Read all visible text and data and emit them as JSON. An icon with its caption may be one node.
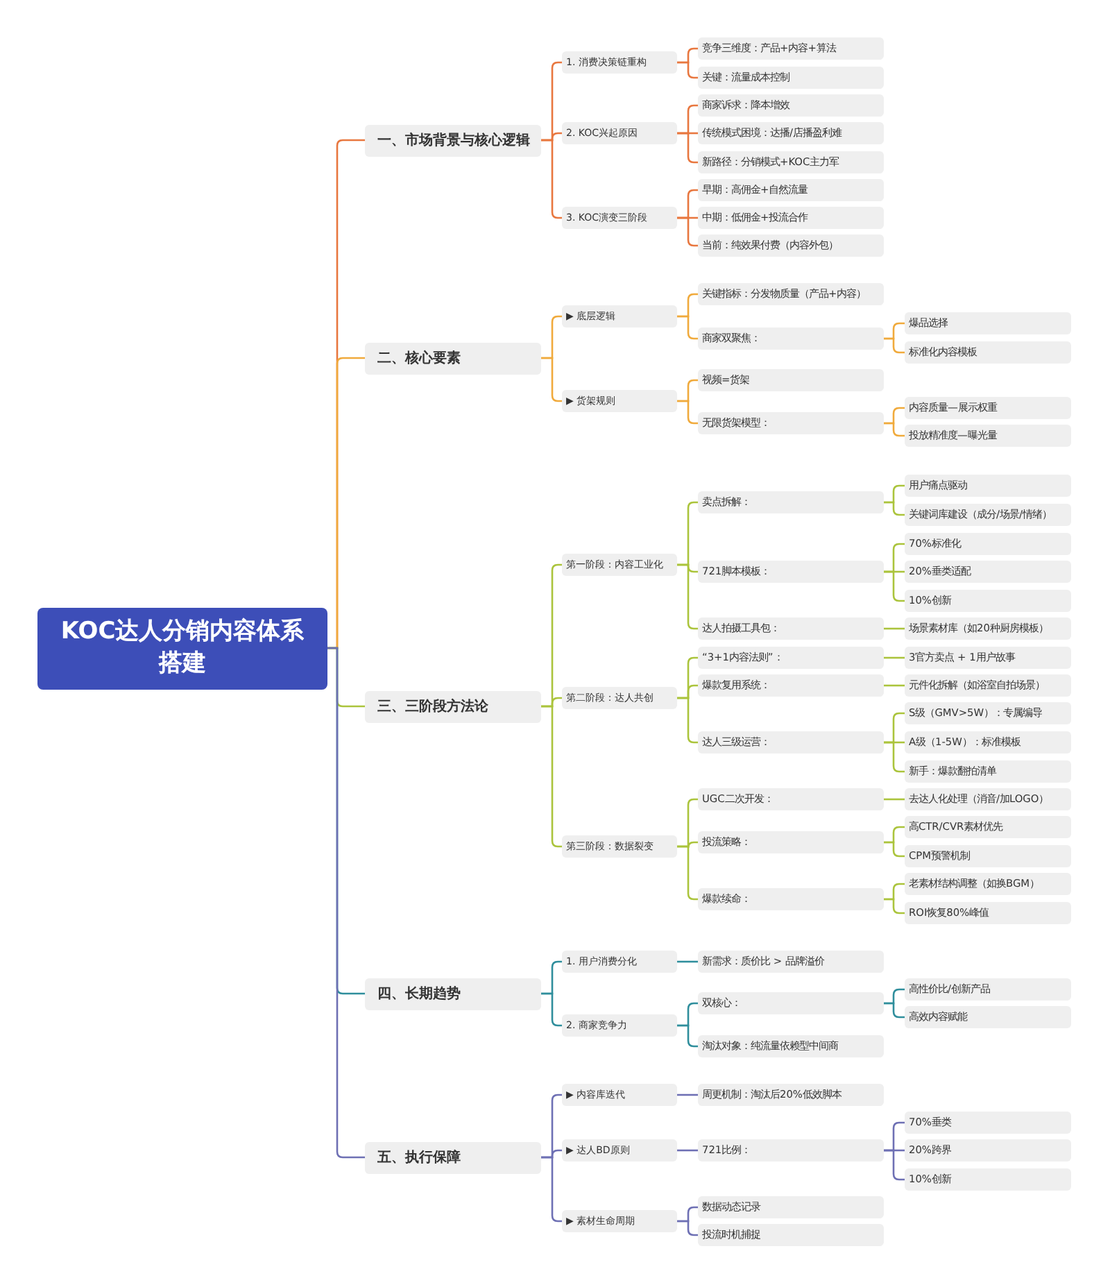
{
  "diagram": {
    "nodes": [
      {
        "text": [
          "KOC达人分销内容体系搭建"
        ]
      },
      {
        "text": [
          "一、市场背景与核心逻辑"
        ]
      },
      {
        "text": [
          "1. 消费决策链重构"
        ]
      },
      {
        "text": [
          "竞争三维度：产品+内容+算法"
        ]
      },
      {
        "text": [
          "关键：流量成本控制"
        ]
      },
      {
        "text": [
          "2. KOC兴起原因"
        ]
      },
      {
        "text": [
          "商家诉求：降本增效"
        ]
      },
      {
        "text": [
          "传统模式困境：达播/店播盈利难"
        ]
      },
      {
        "text": [
          "新路径：分销模式+KOC主力军"
        ]
      },
      {
        "text": [
          "3. KOC演变三阶段"
        ]
      },
      {
        "text": [
          "早期：高佣金+自然流量"
        ]
      },
      {
        "text": [
          "中期：低佣金+投流合作"
        ]
      },
      {
        "text": [
          "当前：纯效果付费（内容外包）"
        ]
      },
      {
        "text": [
          "二、核心要素"
        ]
      },
      {
        "text": [
          "▶ 底层逻辑"
        ]
      },
      {
        "text": [
          "关键指标：分发物质量（产品+内容）"
        ]
      },
      {
        "text": [
          "商家双聚焦："
        ]
      },
      {
        "text": [
          "爆品选择"
        ]
      },
      {
        "text": [
          "标准化内容模板"
        ]
      },
      {
        "text": [
          "▶ 货架规则"
        ]
      },
      {
        "text": [
          "视频=货架"
        ]
      },
      {
        "text": [
          "无限货架模型："
        ]
      },
      {
        "text": [
          "内容质量—展示权重"
        ]
      },
      {
        "text": [
          "投放精准度—曝光量"
        ]
      },
      {
        "text": [
          "三、三阶段方法论"
        ]
      },
      {
        "text": [
          "第一阶段：内容工业化"
        ]
      },
      {
        "text": [
          "卖点拆解："
        ]
      },
      {
        "text": [
          "用户痛点驱动"
        ]
      },
      {
        "text": [
          "关键词库建设（成分/场景/情绪）"
        ]
      },
      {
        "text": [
          "721脚本模板："
        ]
      },
      {
        "text": [
          "70%标准化"
        ]
      },
      {
        "text": [
          "20%垂类适配"
        ]
      },
      {
        "text": [
          "10%创新"
        ]
      },
      {
        "text": [
          "达人拍摄工具包："
        ]
      },
      {
        "text": [
          "场景素材库（如20种厨房模板）"
        ]
      },
      {
        "text": [
          "第二阶段：达人共创"
        ]
      },
      {
        "text": [
          "“3+1内容法则”："
        ]
      },
      {
        "text": [
          "3官方卖点 + 1用户故事"
        ]
      },
      {
        "text": [
          "爆款复用系统："
        ]
      },
      {
        "text": [
          "元件化拆解（如浴室自拍场景）"
        ]
      },
      {
        "text": [
          "达人三级运营："
        ]
      },
      {
        "text": [
          "S级（GMV>5W）：专属编导"
        ]
      },
      {
        "text": [
          "A级（1-5W）：标准模板"
        ]
      },
      {
        "text": [
          "新手：爆款翻拍清单"
        ]
      },
      {
        "text": [
          "第三阶段：数据裂变"
        ]
      },
      {
        "text": [
          "UGC二次开发："
        ]
      },
      {
        "text": [
          "去达人化处理（消音/加LOGO）"
        ]
      },
      {
        "text": [
          "投流策略："
        ]
      },
      {
        "text": [
          "高CTR/CVR素材优先"
        ]
      },
      {
        "text": [
          "CPM预警机制"
        ]
      },
      {
        "text": [
          "爆款续命："
        ]
      },
      {
        "text": [
          "老素材结构调整（如换BGM）"
        ]
      },
      {
        "text": [
          "ROI恢复80%峰值"
        ]
      },
      {
        "text": [
          "四、长期趋势"
        ]
      },
      {
        "text": [
          "1. 用户消费分化"
        ]
      },
      {
        "text": [
          "新需求：质价比 > 品牌溢价"
        ]
      },
      {
        "text": [
          "2. 商家竞争力"
        ]
      },
      {
        "text": [
          "双核心："
        ]
      },
      {
        "text": [
          "高性价比/创新产品"
        ]
      },
      {
        "text": [
          "高效内容赋能"
        ]
      },
      {
        "text": [
          "淘汰对象：纯流量依赖型中间商"
        ]
      },
      {
        "text": [
          "五、执行保障"
        ]
      },
      {
        "text": [
          "▶ 内容库迭代"
        ]
      },
      {
        "text": [
          "周更机制：淘汰后20%低效脚本"
        ]
      },
      {
        "text": [
          "▶ 达人BD原则"
        ]
      },
      {
        "text": [
          "721比例："
        ]
      },
      {
        "text": [
          "70%垂类"
        ]
      },
      {
        "text": [
          "20%跨界"
        ]
      },
      {
        "text": [
          "10%创新"
        ]
      },
      {
        "text": [
          "▶ 素材生命周期"
        ]
      },
      {
        "text": [
          "数据动态记录"
        ]
      },
      {
        "text": [
          "投流时机捕捉"
        ]
      }
    ],
    "edges": [
      {
        "from": 0,
        "to": 1,
        "arrow": "none",
        "color": "#e8773f"
      },
      {
        "from": 1,
        "to": 2,
        "arrow": "none",
        "color": "#e8773f"
      },
      {
        "from": 2,
        "to": 3,
        "arrow": "none",
        "color": "#e8773f"
      },
      {
        "from": 2,
        "to": 4,
        "arrow": "none",
        "color": "#e8773f"
      },
      {
        "from": 1,
        "to": 5,
        "arrow": "none",
        "color": "#e8773f"
      },
      {
        "from": 5,
        "to": 6,
        "arrow": "none",
        "color": "#e8773f"
      },
      {
        "from": 5,
        "to": 7,
        "arrow": "none",
        "color": "#e8773f"
      },
      {
        "from": 5,
        "to": 8,
        "arrow": "none",
        "color": "#e8773f"
      },
      {
        "from": 1,
        "to": 9,
        "arrow": "none",
        "color": "#e8773f"
      },
      {
        "from": 9,
        "to": 10,
        "arrow": "none",
        "color": "#e8773f"
      },
      {
        "from": 9,
        "to": 11,
        "arrow": "none",
        "color": "#e8773f"
      },
      {
        "from": 9,
        "to": 12,
        "arrow": "none",
        "color": "#e8773f"
      },
      {
        "from": 0,
        "to": 13,
        "arrow": "none",
        "color": "#f0aa3c"
      },
      {
        "from": 13,
        "to": 14,
        "arrow": "none",
        "color": "#f0aa3c"
      },
      {
        "from": 14,
        "to": 15,
        "arrow": "none",
        "color": "#f0aa3c"
      },
      {
        "from": 14,
        "to": 16,
        "arrow": "none",
        "color": "#f0aa3c"
      },
      {
        "from": 16,
        "to": 17,
        "arrow": "none",
        "color": "#f0aa3c"
      },
      {
        "from": 16,
        "to": 18,
        "arrow": "none",
        "color": "#f0aa3c"
      },
      {
        "from": 13,
        "to": 19,
        "arrow": "none",
        "color": "#f0aa3c"
      },
      {
        "from": 19,
        "to": 20,
        "arrow": "none",
        "color": "#f0aa3c"
      },
      {
        "from": 19,
        "to": 21,
        "arrow": "none",
        "color": "#f0aa3c"
      },
      {
        "from": 21,
        "to": 22,
        "arrow": "none",
        "color": "#f0aa3c"
      },
      {
        "from": 21,
        "to": 23,
        "arrow": "none",
        "color": "#f0aa3c"
      },
      {
        "from": 0,
        "to": 24,
        "arrow": "none"
      },
      {
        "from": 24,
        "to": 25,
        "arrow": "none"
      },
      {
        "from": 25,
        "to": 26,
        "arrow": "none"
      },
      {
        "from": 26,
        "to": 27,
        "arrow": "none"
      },
      {
        "from": 26,
        "to": 28,
        "arrow": "none"
      },
      {
        "from": 25,
        "to": 29,
        "arrow": "none"
      },
      {
        "from": 29,
        "to": 30,
        "arrow": "none"
      },
      {
        "from": 29,
        "to": 31,
        "arrow": "none"
      },
      {
        "from": 29,
        "to": 32,
        "arrow": "none"
      },
      {
        "from": 25,
        "to": 33,
        "arrow": "none"
      },
      {
        "from": 33,
        "to": 34,
        "arrow": "none"
      },
      {
        "from": 24,
        "to": 35,
        "arrow": "none"
      },
      {
        "from": 35,
        "to": 36,
        "arrow": "none"
      },
      {
        "from": 36,
        "to": 37,
        "arrow": "none"
      },
      {
        "from": 35,
        "to": 38,
        "arrow": "none"
      },
      {
        "from": 38,
        "to": 39,
        "arrow": "none"
      },
      {
        "from": 35,
        "to": 40,
        "arrow": "none"
      },
      {
        "from": 40,
        "to": 41,
        "arrow": "none"
      },
      {
        "from": 40,
        "to": 42,
        "arrow": "none"
      },
      {
        "from": 40,
        "to": 43,
        "arrow": "none"
      },
      {
        "from": 24,
        "to": 44,
        "arrow": "none"
      },
      {
        "from": 44,
        "to": 45,
        "arrow": "none"
      },
      {
        "from": 45,
        "to": 46,
        "arrow": "none"
      },
      {
        "from": 44,
        "to": 47,
        "arrow": "none"
      },
      {
        "from": 47,
        "to": 48,
        "arrow": "none"
      },
      {
        "from": 47,
        "to": 49,
        "arrow": "none"
      },
      {
        "from": 44,
        "to": 50,
        "arrow": "none"
      },
      {
        "from": 50,
        "to": 51,
        "arrow": "none"
      },
      {
        "from": 50,
        "to": 52,
        "arrow": "none"
      },
      {
        "from": 0,
        "to": 53,
        "arrow": "none",
        "color": "#2f8e9c"
      },
      {
        "from": 53,
        "to": 54,
        "arrow": "none",
        "color": "#2f8e9c"
      },
      {
        "from": 54,
        "to": 55,
        "arrow": "none",
        "color": "#2f8e9c"
      },
      {
        "from": 53,
        "to": 56,
        "arrow": "none",
        "color": "#2f8e9c"
      },
      {
        "from": 56,
        "to": 57,
        "arrow": "none",
        "color": "#2f8e9c"
      },
      {
        "from": 57,
        "to": 58,
        "arrow": "none",
        "color": "#2f8e9c"
      },
      {
        "from": 57,
        "to": 59,
        "arrow": "none",
        "color": "#2f8e9c"
      },
      {
        "from": 56,
        "to": 60,
        "arrow": "none",
        "color": "#2f8e9c"
      },
      {
        "from": 0,
        "to": 61,
        "arrow": "none",
        "color": "#6e70b4"
      },
      {
        "from": 61,
        "to": 62,
        "arrow": "none",
        "color": "#6e70b4"
      },
      {
        "from": 62,
        "to": 63,
        "arrow": "none",
        "color": "#6e70b4"
      },
      {
        "from": 61,
        "to": 64,
        "arrow": "none",
        "color": "#6e70b4"
      },
      {
        "from": 64,
        "to": 65,
        "arrow": "none",
        "color": "#6e70b4"
      },
      {
        "from": 65,
        "to": 66,
        "arrow": "none",
        "color": "#6e70b4"
      },
      {
        "from": 65,
        "to": 67,
        "arrow": "none",
        "color": "#6e70b4"
      },
      {
        "from": 65,
        "to": 68,
        "arrow": "none",
        "color": "#6e70b4"
      },
      {
        "from": 61,
        "to": 69,
        "arrow": "none",
        "color": "#6e70b4"
      },
      {
        "from": 69,
        "to": 70,
        "arrow": "none",
        "color": "#6e70b4"
      },
      {
        "from": 69,
        "to": 71,
        "arrow": "none",
        "color": "#6e70b4"
      }
    ]
  }
}
